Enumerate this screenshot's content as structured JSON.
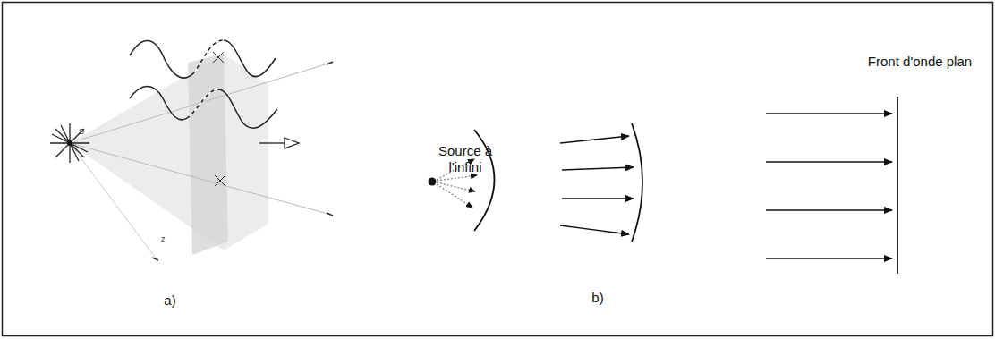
{
  "diagram": {
    "labels": [
      "Source à l'infini",
      "Front d'onde plan",
      "a)",
      "b)",
      "S",
      "z"
    ]
  }
}
